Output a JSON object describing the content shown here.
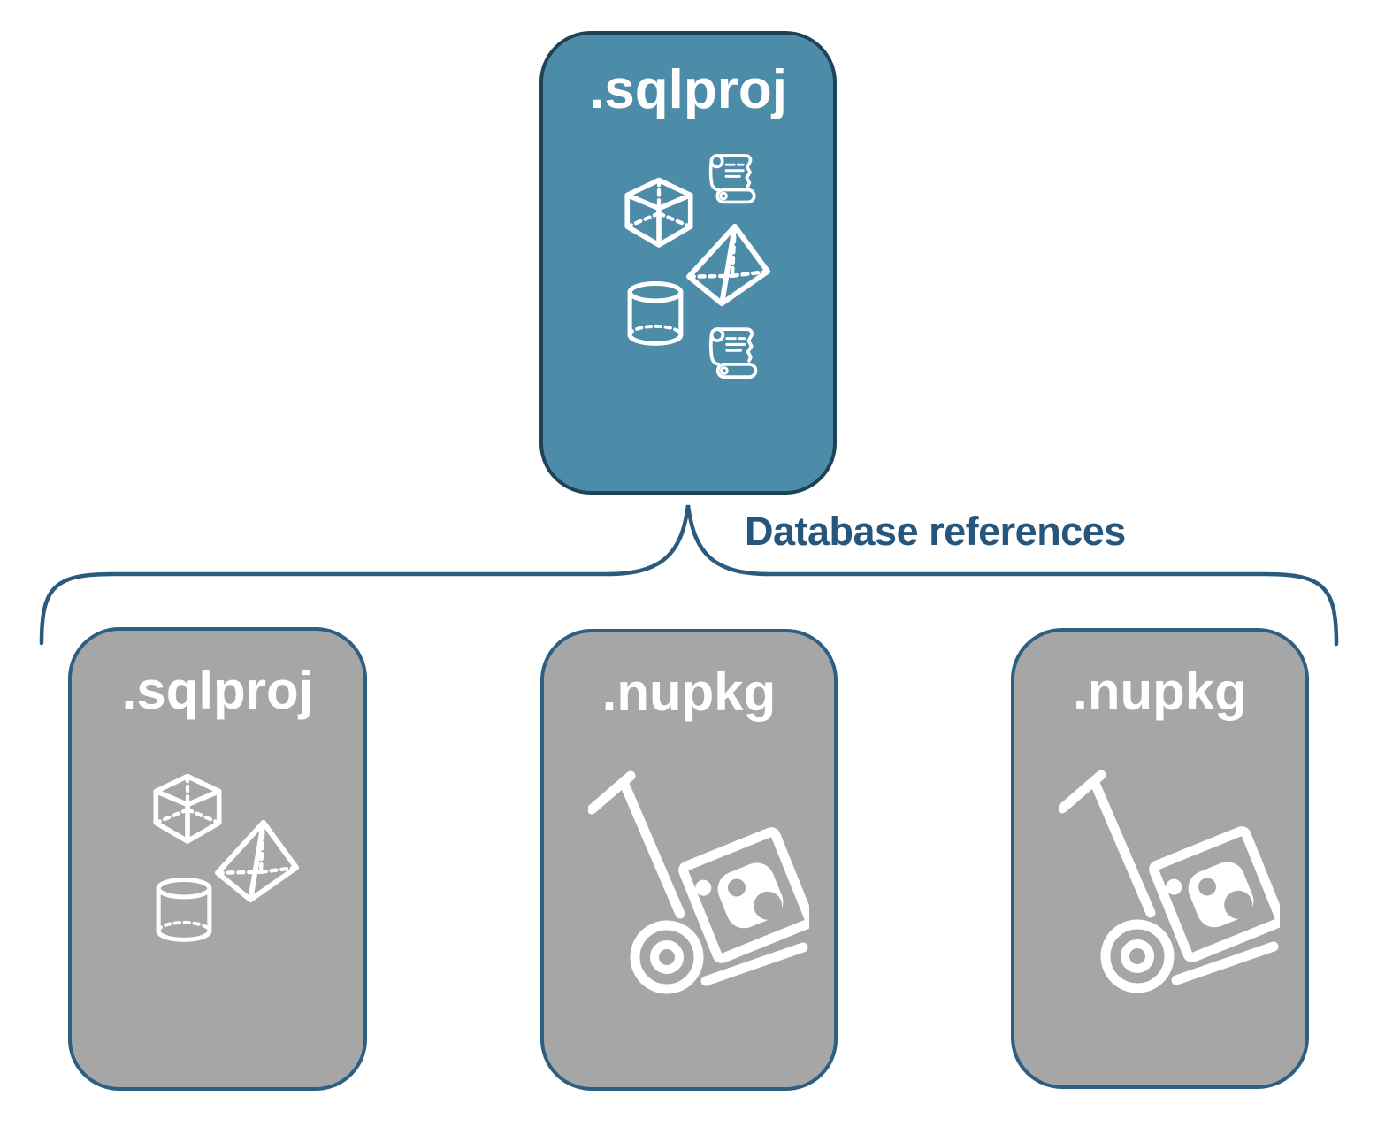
{
  "diagram": {
    "connector": {
      "label": "Database references"
    },
    "nodes": {
      "root": {
        "label": ".sqlproj",
        "icons": [
          "cube-icon",
          "scroll-icon",
          "pyramid-icon",
          "cylinder-icon",
          "scroll-icon"
        ]
      },
      "child1": {
        "label": ".sqlproj",
        "icons": [
          "cube-icon",
          "pyramid-icon",
          "cylinder-icon"
        ]
      },
      "child2": {
        "label": ".nupkg",
        "icons": [
          "handtruck-package-icon"
        ]
      },
      "child3": {
        "label": ".nupkg",
        "icons": [
          "handtruck-package-icon"
        ]
      }
    },
    "colors": {
      "background": "#ffffff",
      "root_fill": "#4d8ca9",
      "root_border": "#1d4355",
      "child_fill": "#a6a6a6",
      "child_border": "#2d5f82",
      "connector_line": "#2a5b7e",
      "connector_text": "#26567b",
      "node_label_text": "#ffffff",
      "icon_stroke": "#ffffff"
    }
  }
}
